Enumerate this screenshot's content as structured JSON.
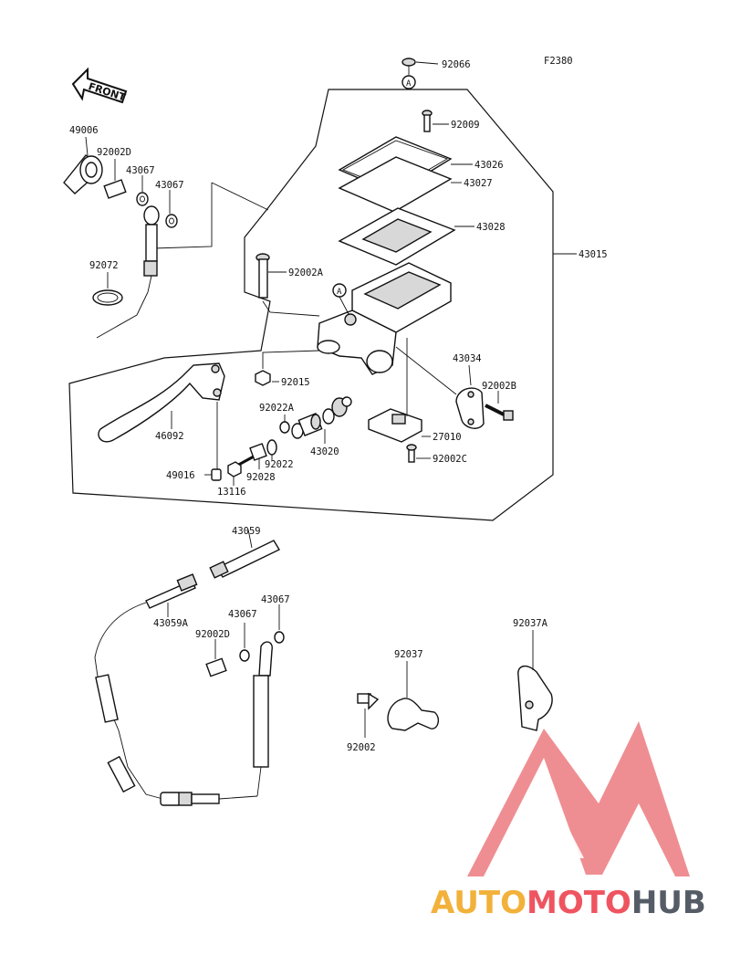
{
  "figure_code": "F2380",
  "front_label": "FRONT",
  "ref_marker": "A",
  "parts": [
    "92066",
    "92009",
    "43026",
    "43027",
    "43028",
    "43015",
    "49006",
    "92002D",
    "43067",
    "92072",
    "92002A",
    "92015",
    "92022A",
    "43034",
    "92002B",
    "46092",
    "43020",
    "27010",
    "92022",
    "92002C",
    "92028",
    "49016",
    "13116",
    "43059",
    "43059A",
    "92037A",
    "92037",
    "92002"
  ],
  "watermark": {
    "part1": "AUTO",
    "part2": "MOTO",
    "part3": "HUB"
  },
  "colors": {
    "line": "#111111",
    "watermark_orange": "#f2b13a",
    "watermark_red": "#ee5560",
    "watermark_gray": "#555c66",
    "logo_red": "#ec7a7f"
  }
}
